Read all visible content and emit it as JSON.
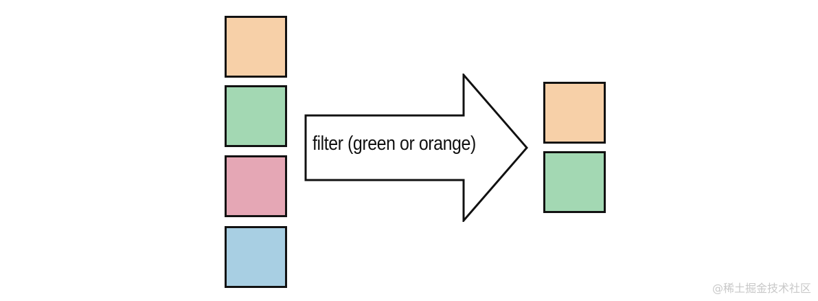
{
  "diagram": {
    "input_items": [
      {
        "color_name": "orange",
        "color": "#f7d0a8"
      },
      {
        "color_name": "green",
        "color": "#a3d8b3"
      },
      {
        "color_name": "pink",
        "color": "#e5a7b5"
      },
      {
        "color_name": "blue",
        "color": "#a8cfe3"
      }
    ],
    "operation_label": "filter (green or orange)",
    "output_items": [
      {
        "color_name": "orange",
        "color": "#f7d0a8"
      },
      {
        "color_name": "green",
        "color": "#a3d8b3"
      }
    ]
  },
  "watermark": "@稀土掘金技术社区"
}
